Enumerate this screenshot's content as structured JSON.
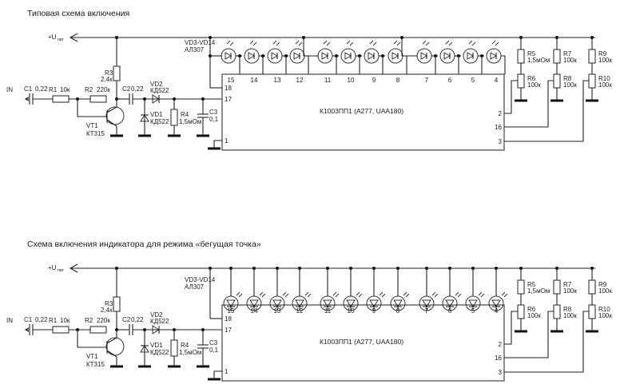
{
  "diagrams": [
    {
      "title": "Типовая схема включения",
      "led_mode": "bar",
      "labels": {
        "supply": "+U",
        "supply_sub": "пит",
        "input": "IN",
        "c1": "C1",
        "c1_val": "0,22",
        "r1": "R1",
        "r1_val": "10к",
        "r2": "R2",
        "r2_val": "220к",
        "r3": "R3",
        "r3_val": "2,4к",
        "c2": "C2",
        "c2_val": "0,22",
        "vd2": "VD2",
        "vd2_val": "КД522",
        "vd1": "VD1",
        "vd1_val": "КД522",
        "vt1": "VT1",
        "vt1_val": "КТ315",
        "r4": "R4",
        "r4_val": "1,5мОм",
        "c3": "C3",
        "c3_val": "0,1",
        "leds": "VD3-VD14",
        "leds_val": "АЛ307",
        "ic": "К1003ПП1 (А277, UAA180)",
        "r5": "R5",
        "r5_val": "1,5мОм",
        "r6": "R6",
        "r6_val": "100к",
        "r7": "R7",
        "r7_val": "100к",
        "r8": "R8",
        "r8_val": "100к",
        "r9": "R9",
        "r9_val": "100к",
        "r10": "R10",
        "r10_val": "100к"
      },
      "top_pins": [
        "15",
        "14",
        "13",
        "12",
        "11",
        "10",
        "9",
        "8",
        "7",
        "6",
        "5",
        "4"
      ],
      "left_pins": [
        "18",
        "17",
        "1"
      ],
      "right_pins": [
        "2",
        "16",
        "3"
      ]
    },
    {
      "title": "Схема включения индикатора для режима «бегущая точка»",
      "led_mode": "dot",
      "labels": {
        "supply": "+U",
        "supply_sub": "пит",
        "input": "IN",
        "c1": "C1",
        "c1_val": "0,22",
        "r1": "R1",
        "r1_val": "10к",
        "r2": "R2",
        "r2_val": "220к",
        "r3": "R3",
        "r3_val": "2,4к",
        "c2": "C2",
        "c2_val": "0,22",
        "vd2": "VD2",
        "vd2_val": "КД522",
        "vd1": "VD1",
        "vd1_val": "КД522",
        "vt1": "VT1",
        "vt1_val": "КТ315",
        "r4": "R4",
        "r4_val": "1,5мОм",
        "c3": "C3",
        "c3_val": "0,1",
        "leds": "VD3-VD14",
        "leds_val": "АЛ307",
        "ic": "К1003ПП1 (А277, UAA180)",
        "r5": "R5",
        "r5_val": "1,5мОм",
        "r6": "R6",
        "r6_val": "100к",
        "r7": "R7",
        "r7_val": "100к",
        "r8": "R8",
        "r8_val": "100к",
        "r9": "R9",
        "r9_val": "100к",
        "r10": "R10",
        "r10_val": "100к"
      },
      "top_pins": [
        "15",
        "14",
        "13",
        "12",
        "11",
        "10",
        "9",
        "8",
        "7",
        "6",
        "5",
        "4"
      ],
      "left_pins": [
        "18",
        "17",
        "1"
      ],
      "right_pins": [
        "2",
        "16",
        "3"
      ]
    }
  ]
}
